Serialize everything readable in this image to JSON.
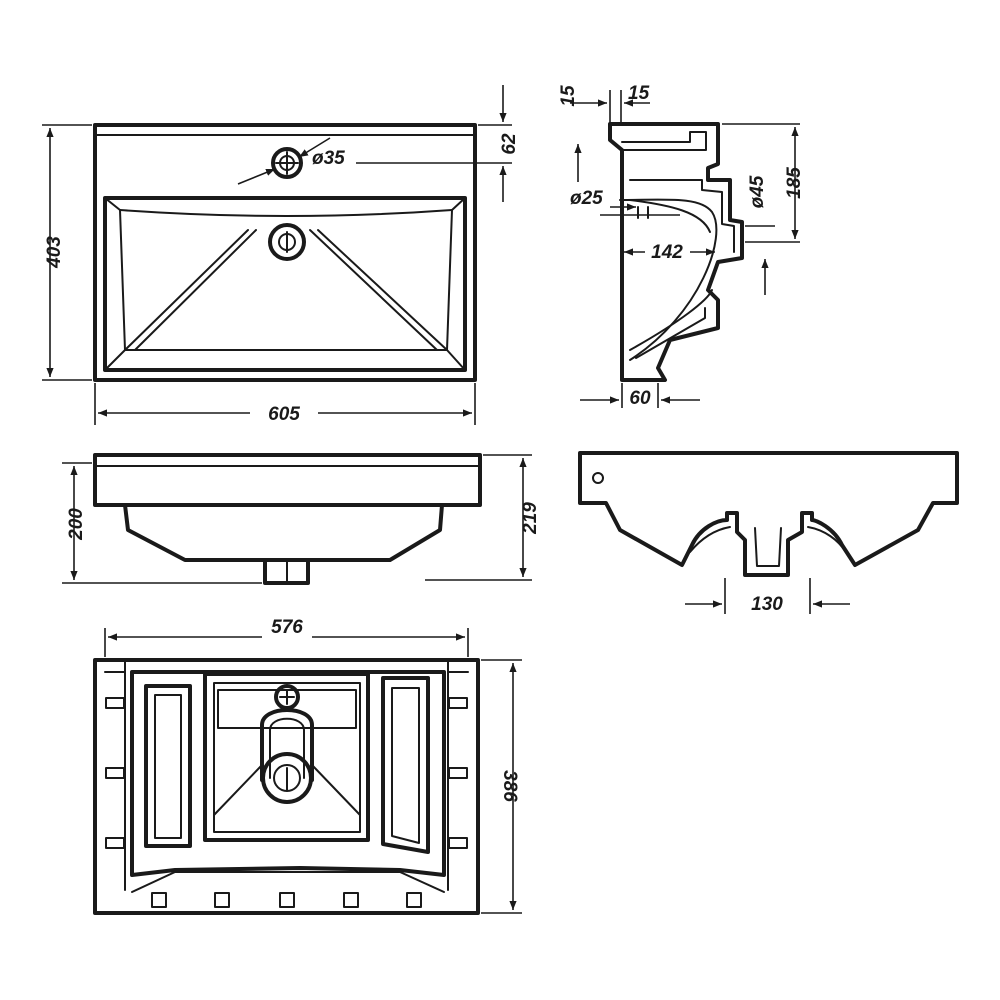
{
  "dimensions": {
    "top_width": "605",
    "top_depth": "403",
    "tap_hole_offset": "62",
    "tap_hole_diameter": "ø35",
    "side_top_left": "15",
    "side_top_right": "15",
    "overflow_diameter": "ø25",
    "waste_diameter": "ø45",
    "side_height": "185",
    "waste_depth": "142",
    "side_bottom": "60",
    "front_height_left": "200",
    "front_height_right": "219",
    "back_waste_width": "130",
    "bottom_width": "576",
    "bottom_depth": "386"
  }
}
